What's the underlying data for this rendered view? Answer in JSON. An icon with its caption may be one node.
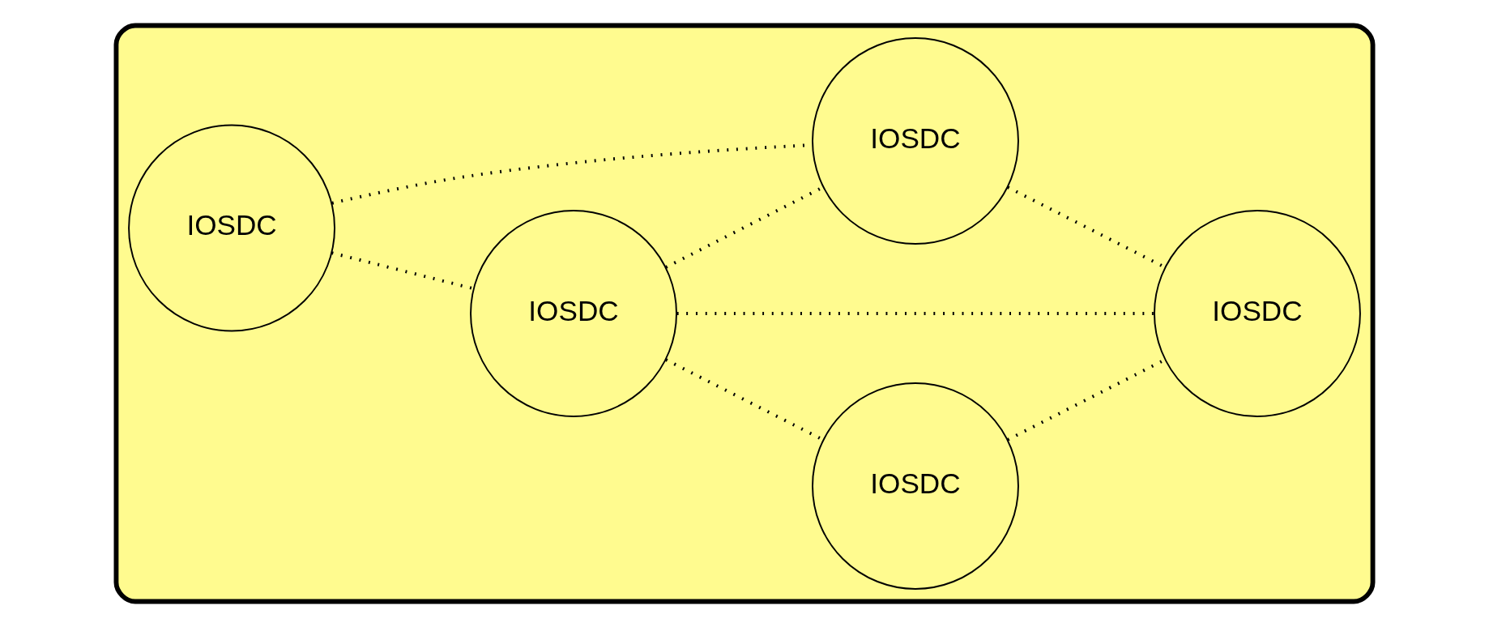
{
  "diagram": {
    "nodes": [
      {
        "text": [],
        "shape": "cloud"
      },
      {
        "text": [
          "IOSDC"
        ],
        "in": 0
      },
      {
        "text": [
          "IOSDC"
        ],
        "in": 0
      },
      {
        "text": [
          "IOSDC"
        ],
        "in": 0
      },
      {
        "text": [
          "IOSDC"
        ],
        "in": 0
      },
      {
        "text": [
          "IOSDC"
        ],
        "in": 0
      }
    ],
    "edges": [
      {
        "from": 1,
        "to": 2,
        "arrow": "none",
        "style": "dashed"
      },
      {
        "from": 1,
        "to": 4,
        "arrow": "none",
        "style": "dashed"
      },
      {
        "from": 2,
        "to": 3,
        "arrow": "none",
        "style": "dashed"
      },
      {
        "from": 2,
        "to": 4,
        "arrow": "none",
        "style": "dashed"
      },
      {
        "from": 2,
        "to": 5,
        "arrow": "none",
        "style": "dashed"
      },
      {
        "from": 3,
        "to": 5,
        "arrow": "none",
        "style": "dashed"
      },
      {
        "from": 4,
        "to": 5,
        "arrow": "none",
        "style": "dashed"
      }
    ]
  }
}
